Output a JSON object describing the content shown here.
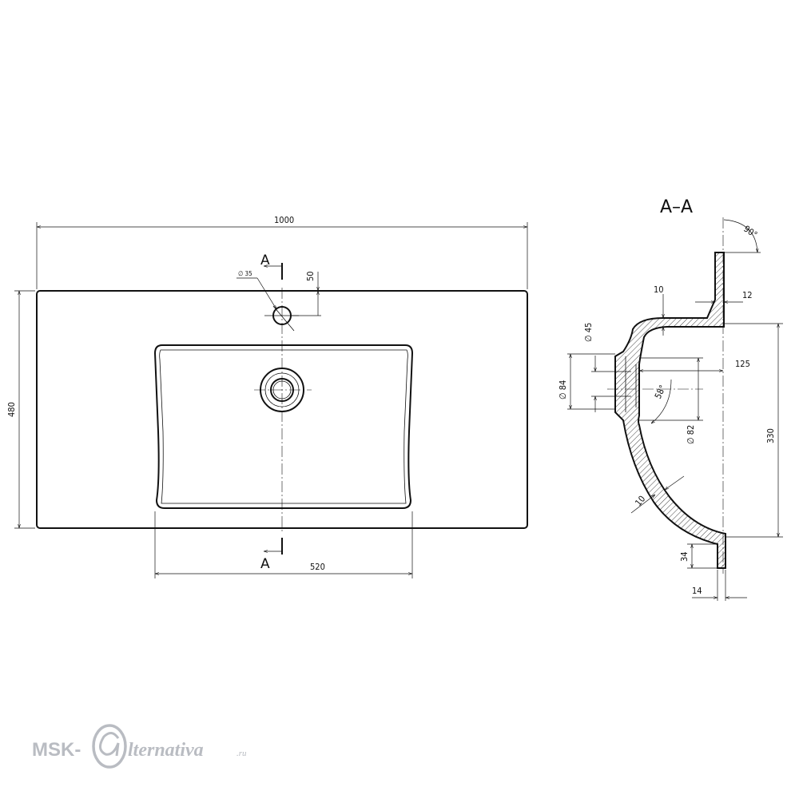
{
  "plan_view": {
    "overall_width": "1000",
    "overall_depth": "480",
    "bowl_width": "520",
    "tap_hole_diameter": "∅ 35",
    "tap_hole_offset": "50",
    "section_mark": "A"
  },
  "section_view": {
    "title": "A–A",
    "angle_top": "90°",
    "angle_drain": "58°",
    "rim_thickness": "10",
    "flange_thickness": "12",
    "drain_inner_diameter": "∅ 45",
    "drain_outer_diameter": "∅ 84",
    "drain_depth": "125",
    "drain_bore_diameter": "∅ 82",
    "bowl_depth": "330",
    "wall_thickness": "10",
    "front_lip_height": "34",
    "front_lip_thickness": "14"
  },
  "watermark": {
    "brand_prefix": "MSK-",
    "brand_suffix": "lternativa",
    "brand_domain": ".ru"
  }
}
